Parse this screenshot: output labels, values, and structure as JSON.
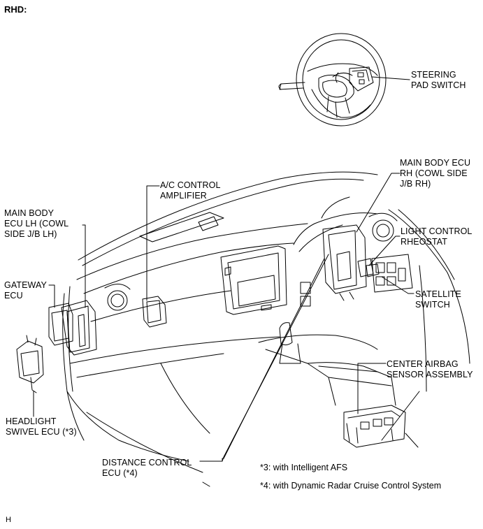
{
  "header": "RHD:",
  "labels": {
    "steering_pad_switch": [
      "STEERING",
      "PAD SWITCH"
    ],
    "main_body_ecu_rh": [
      "MAIN BODY ECU",
      "RH (COWL SIDE",
      "J/B RH)"
    ],
    "ac_control_amplifier": [
      "A/C CONTROL",
      "AMPLIFIER"
    ],
    "main_body_ecu_lh": [
      "MAIN BODY",
      "ECU LH (COWL",
      "SIDE J/B LH)"
    ],
    "light_control_rheostat": [
      "LIGHT CONTROL",
      "RHEOSTAT"
    ],
    "gateway_ecu": [
      "GATEWAY",
      "ECU"
    ],
    "satellite_switch": [
      "SATELLITE",
      "SWITCH"
    ],
    "center_airbag_sensor_assembly": [
      "CENTER AIRBAG",
      "SENSOR ASSEMBLY"
    ],
    "headlight_swivel_ecu": [
      "HEADLIGHT",
      "SWIVEL ECU (*3)"
    ],
    "distance_control_ecu": [
      "DISTANCE CONTROL",
      "ECU (*4)"
    ]
  },
  "notes": [
    "*3: with Intelligent  AFS",
    "*4: with Dynamic Radar Cruise Control System"
  ],
  "footer_code": "H"
}
